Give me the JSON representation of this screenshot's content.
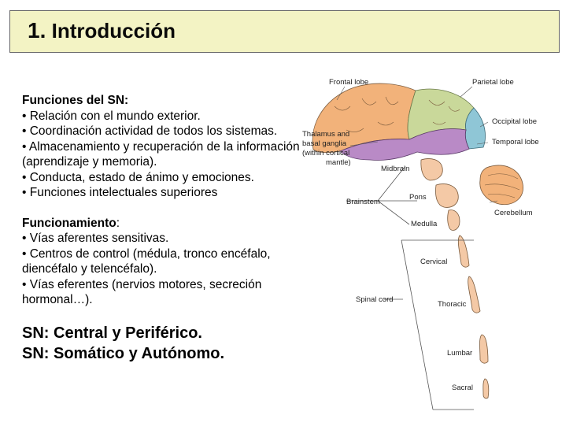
{
  "header": {
    "number": "1.",
    "title": "Introducción"
  },
  "funciones": {
    "heading": "Funciones del SN:",
    "items": [
      "• Relación con el mundo exterior.",
      "• Coordinación actividad de todos los sistemas.",
      "• Almacenamiento y recuperación de la información (aprendizaje y memoria).",
      "• Conducta, estado de ánimo y emociones.",
      "• Funciones intelectuales superiores"
    ]
  },
  "funcionamiento": {
    "heading": "Funcionamiento",
    "colon": ":",
    "items": [
      "• Vías aferentes sensitivas.",
      "• Centros de control (médula, tronco encéfalo, diencéfalo y telencéfalo).",
      "• Vías eferentes (nervios motores, secreción hormonal…)."
    ]
  },
  "summary": [
    "SN: Central y Periférico.",
    "SN: Somático y Autónomo."
  ],
  "figure": {
    "labels": {
      "frontal": "Frontal lobe",
      "parietal": "Parietal lobe",
      "occipital": "Occipital lobe",
      "temporal": "Temporal lobe",
      "thalamus_1": "Thalamus and",
      "thalamus_2": "basal ganglia",
      "thalamus_3": "(within cortical",
      "thalamus_4": "mantle)",
      "midbrain": "Midbrain",
      "pons": "Pons",
      "medulla": "Medulla",
      "brainstem": "Brainstem",
      "cerebellum": "Cerebellum",
      "cervical": "Cervical",
      "thoracic": "Thoracic",
      "spinal_cord": "Spinal cord",
      "lumbar": "Lumbar",
      "sacral": "Sacral"
    },
    "colors": {
      "frontal": "#f2b27a",
      "parietal": "#c9d89a",
      "occipital": "#8fc6d6",
      "temporal": "#b98ac6",
      "tissue": "#f4c9a6"
    }
  }
}
